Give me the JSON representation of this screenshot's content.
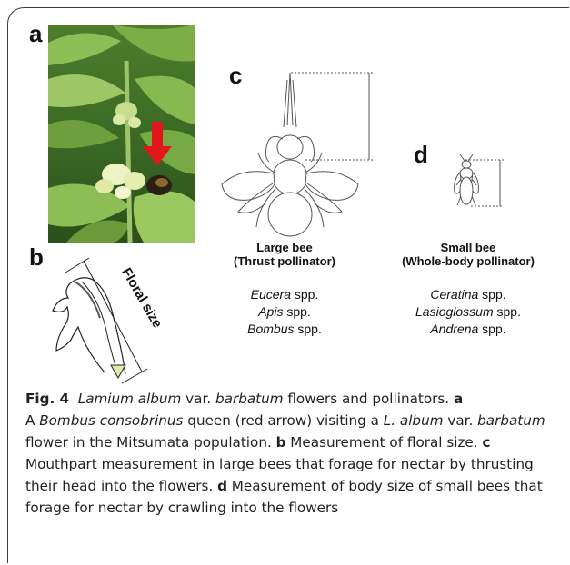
{
  "panels": {
    "a": "a",
    "b": "b",
    "c": "c",
    "d": "d"
  },
  "floral_size_label": "Floral size",
  "large_bee": {
    "title_line1": "Large bee",
    "title_line2": "(Thrust pollinator)",
    "genera": [
      {
        "name": "Eucera",
        "suffix": " spp."
      },
      {
        "name": "Apis",
        "suffix": " spp."
      },
      {
        "name": "Bombus",
        "suffix": " spp."
      }
    ]
  },
  "small_bee": {
    "title_line1": "Small bee",
    "title_line2": "(Whole-body pollinator)",
    "genera": [
      {
        "name": "Ceratina",
        "suffix": " spp."
      },
      {
        "name": "Lasioglossum",
        "suffix": " spp."
      },
      {
        "name": "Andrena",
        "suffix": " spp."
      }
    ]
  },
  "caption": {
    "fig_label": "Fig. 4",
    "title_species": "Lamium album",
    "title_var": " var. ",
    "title_varname": "barbatum",
    "title_rest": " flowers and pollinators. ",
    "a_label": "a",
    "a_text1": "A ",
    "a_species": "Bombus consobrinus",
    "a_text2": " queen (red arrow) visiting a ",
    "a_species2": "L. album",
    "a_text3": " var. ",
    "a_varname": "barbatum",
    "a_text4": " flower in the Mitsumata population. ",
    "b_label": "b",
    "b_text": " Measurement of floral size. ",
    "c_label": "c",
    "c_text": " Mouthpart measurement in large bees that forage for nectar by thrusting their head into the flowers. ",
    "d_label": "d",
    "d_text": " Measurement of body size of small bees that forage for nectar by crawling into the flowers"
  },
  "colors": {
    "arrow": "#e3161b",
    "leaf_dark": "#2f5a1e",
    "leaf_light": "#7fb04a",
    "flower": "#e8efb5"
  }
}
